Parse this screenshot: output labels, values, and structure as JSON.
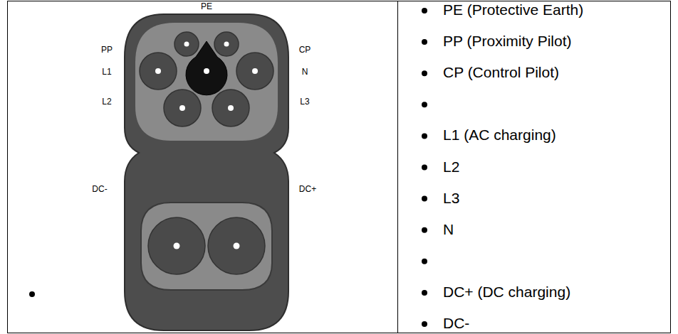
{
  "diagram": {
    "labels": [
      "PE",
      "PP",
      "CP",
      "L1",
      "N",
      "L2",
      "L3",
      "DC-",
      "DC+",
      "PE (Protective Earth)",
      "PP (Proximity Pilot)",
      "CP (Control Pilot)",
      "L1 (AC charging)",
      "L2",
      "L3",
      "N",
      "DC+ (DC charging)",
      "DC-"
    ]
  }
}
